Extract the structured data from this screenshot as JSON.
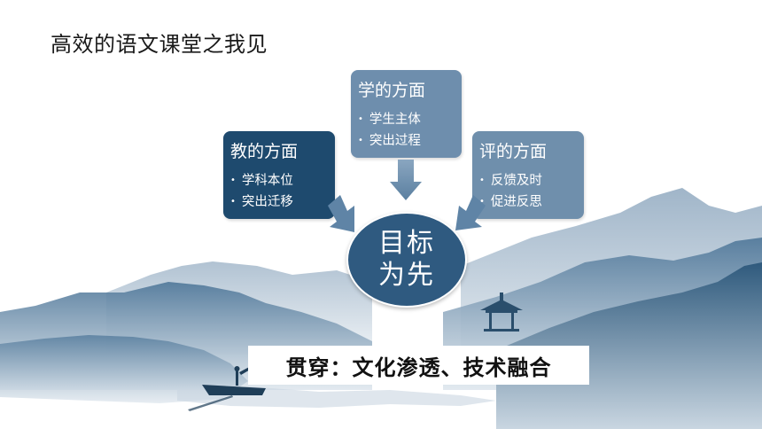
{
  "title": "高效的语文课堂之我见",
  "boxes": {
    "learn": {
      "title": "学的方面",
      "items": [
        "学生主体",
        "突出过程"
      ]
    },
    "teach": {
      "title": "教的方面",
      "items": [
        "学科本位",
        "突出迁移"
      ]
    },
    "assess": {
      "title": "评的方面",
      "items": [
        "反馈及时",
        "促进反思"
      ]
    }
  },
  "center": {
    "line1": "目标",
    "line2": "为先"
  },
  "banner": "贯穿：文化渗透、技术融合",
  "colors": {
    "learn_box": "#6e8ead",
    "teach_box": "#1e4a6e",
    "assess_box": "#6f8fac",
    "center_circle": "#2f5a80",
    "mountains": "#3f6a8d"
  }
}
